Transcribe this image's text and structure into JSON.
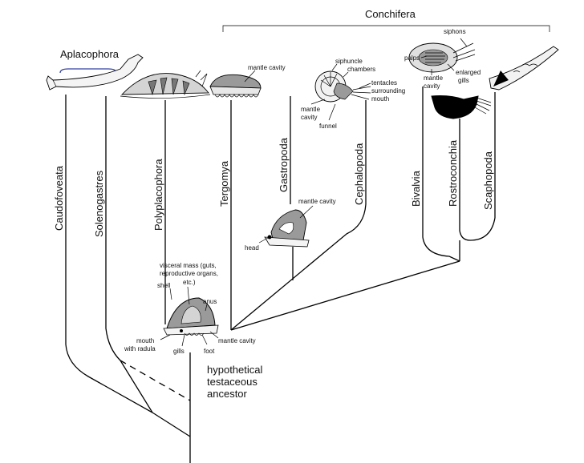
{
  "groups": {
    "conchifera": "Conchifera",
    "aplacophora": "Aplacophora"
  },
  "taxa": {
    "caudofoveata": "Caudofoveata",
    "solenogastres": "Solenogastres",
    "polyplacophora": "Polyplacophora",
    "tergomya": "Tergomya",
    "gastropoda": "Gastropoda",
    "cephalopoda": "Cephalopoda",
    "bivalvia": "Bivalvia",
    "rostroconchia": "Rostroconchia",
    "scaphopoda": "Scaphopoda"
  },
  "ancestor": {
    "line1": "hypothetical",
    "line2": "testaceous",
    "line3": "ancestor",
    "labels": {
      "visceral1": "visceral mass (guts,",
      "visceral2": "reproductive organs,",
      "visceral3": "etc.)",
      "shell": "shell",
      "anus": "anus",
      "mouth1": "mouth",
      "mouth2": "with radula",
      "gills": "gills",
      "foot": "foot",
      "mantle_cavity": "mantle cavity"
    }
  },
  "tergomya_labels": {
    "mantle_cavity": "mantle cavity"
  },
  "gastropod_labels": {
    "mantle_cavity": "mantle cavity",
    "head": "head"
  },
  "cephalopod_labels": {
    "siphuncle": "siphuncle",
    "chambers": "chambers",
    "tentacles1": "tentacles",
    "tentacles2": "surrounding",
    "tentacles3": "mouth",
    "mantle1": "mantle",
    "mantle2": "cavity",
    "funnel": "funnel"
  },
  "bivalve_labels": {
    "siphons": "siphons",
    "palps": "palps",
    "enlarged1": "enlarged",
    "enlarged2": "gills",
    "mantle1": "mantle",
    "mantle2": "cavity"
  },
  "colors": {
    "ink": "#000000",
    "shade": "#9a9a9a",
    "light": "#d4d4d4"
  }
}
